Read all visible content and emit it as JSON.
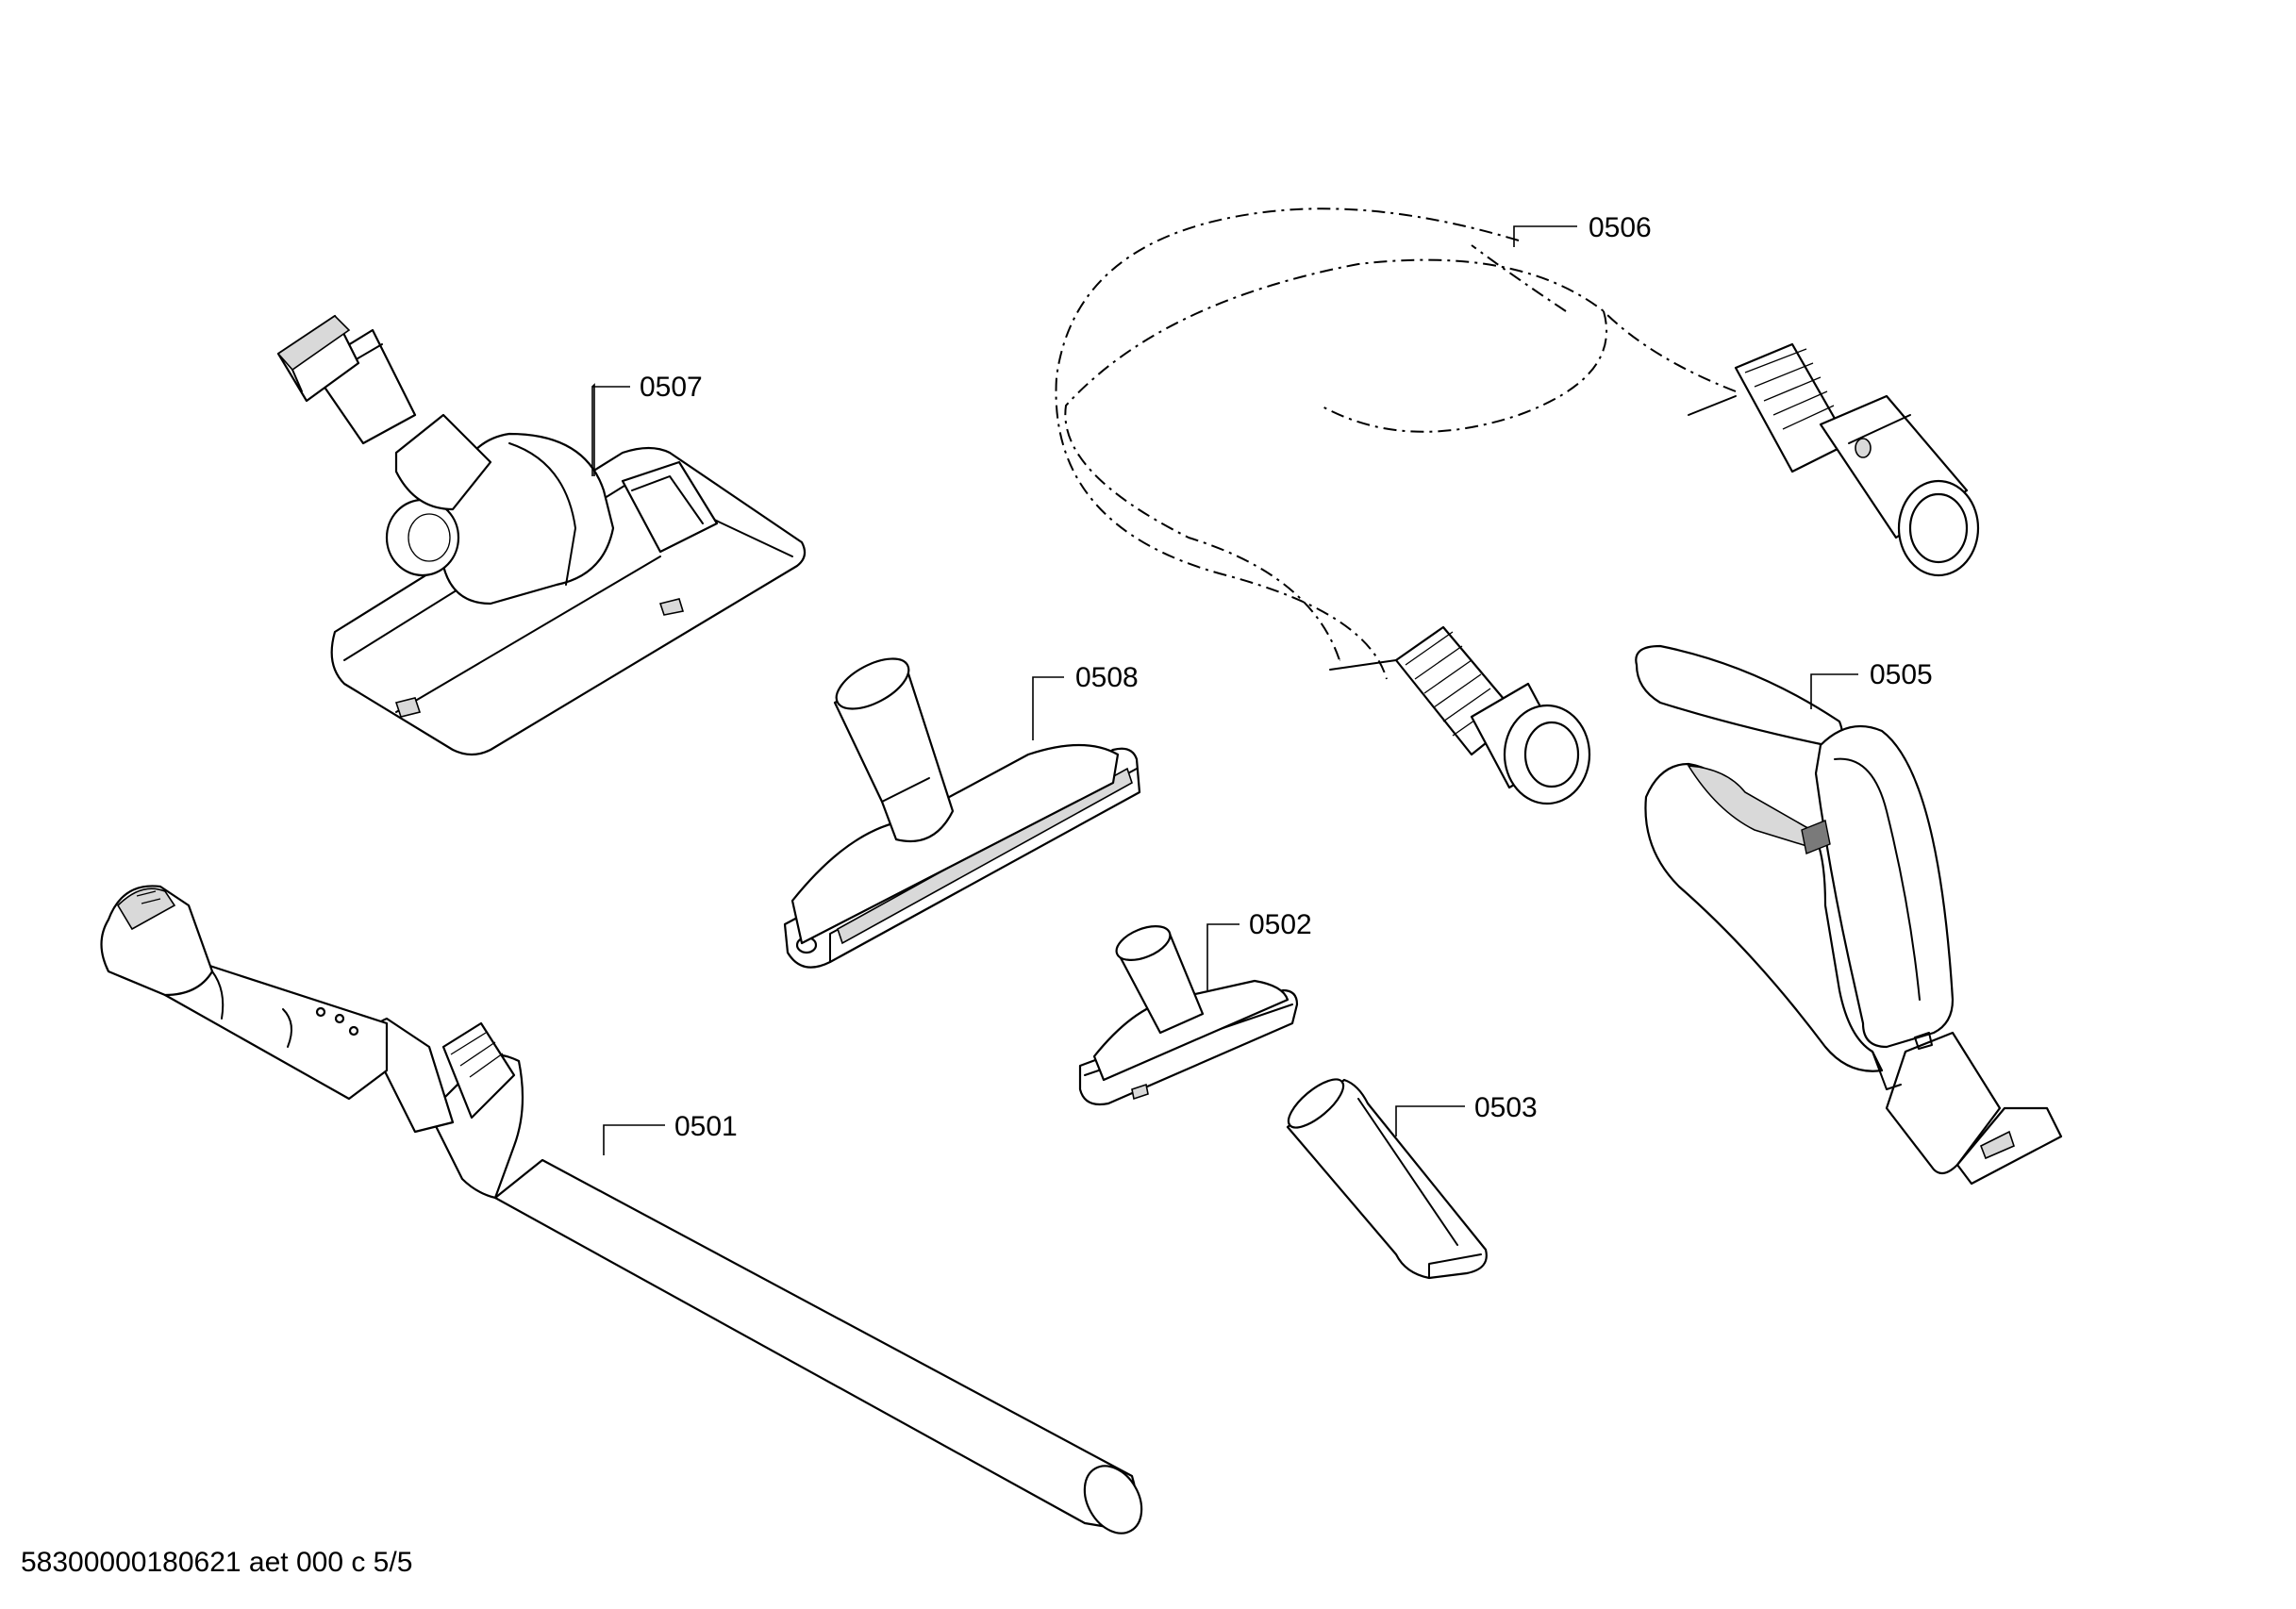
{
  "parts": [
    {
      "id": "tube",
      "label": "0501"
    },
    {
      "id": "upholstery-nozzle",
      "label": "0502"
    },
    {
      "id": "crevice-tool",
      "label": "0503"
    },
    {
      "id": "hose-handle",
      "label": "0505"
    },
    {
      "id": "suction-hose",
      "label": "0506"
    },
    {
      "id": "floor-nozzle",
      "label": "0507"
    },
    {
      "id": "parquet-nozzle",
      "label": "0508"
    }
  ],
  "footer": {
    "document_code": "58300000180621 aet 000 c 5/5"
  }
}
